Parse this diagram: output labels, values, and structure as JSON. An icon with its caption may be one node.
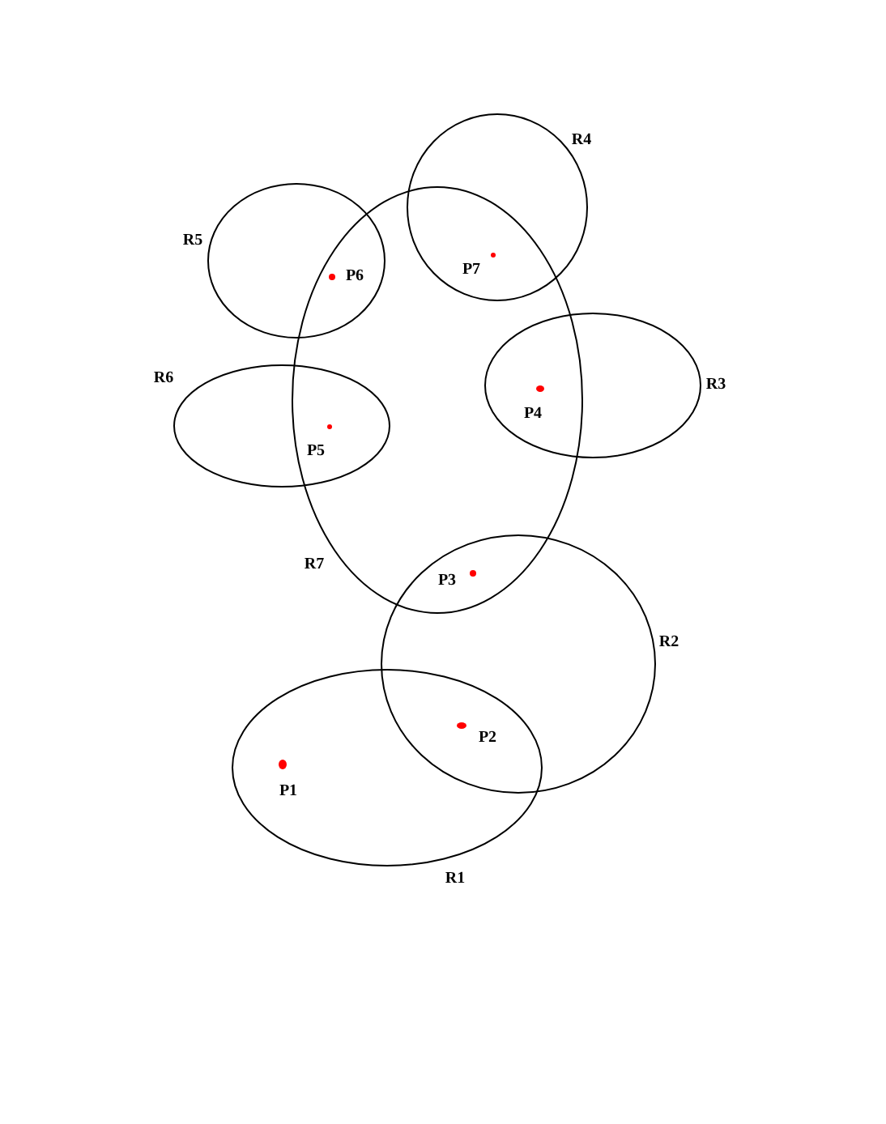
{
  "diagram": {
    "nodes": [
      {
        "text": [
          "R1"
        ]
      },
      {
        "text": [
          "R2"
        ]
      },
      {
        "text": [
          "R3"
        ]
      },
      {
        "text": [
          "R4"
        ]
      },
      {
        "text": [
          "R5"
        ]
      },
      {
        "text": [
          "R6"
        ]
      },
      {
        "text": [
          "R7"
        ]
      },
      {
        "text": [
          "P1"
        ],
        "in": 0
      },
      {
        "text": [
          "P2"
        ]
      },
      {
        "text": [
          "P3"
        ]
      },
      {
        "text": [
          "P4"
        ]
      },
      {
        "text": [
          "P5"
        ]
      },
      {
        "text": [
          "P6"
        ]
      },
      {
        "text": [
          "P7"
        ]
      }
    ],
    "edges": []
  }
}
